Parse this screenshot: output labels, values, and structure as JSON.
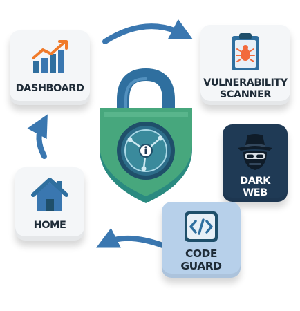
{
  "cards": {
    "dashboard": {
      "label": "DASHBOARD",
      "icon": "bar-chart-trend-icon"
    },
    "vulnerability_scanner": {
      "label_line1": "VULNERABILITY",
      "label_line2": "SCANNER",
      "icon": "bug-clipboard-icon"
    },
    "dark_web": {
      "label_line1": "DARK",
      "label_line2": "WEB",
      "icon": "hacker-hat-icon"
    },
    "home": {
      "label": "HOME",
      "icon": "house-icon"
    },
    "code_guard": {
      "label_line1": "CODE",
      "label_line2": "GUARD",
      "icon": "code-brackets-icon"
    }
  },
  "center": {
    "icon": "padlock-shield-icon",
    "badge_icon": "info-icon"
  },
  "colors": {
    "arrow": "#3a77b0",
    "shield_green": "#47a77d",
    "shield_teal": "#2a8a80",
    "lock_shackle": "#2f6f9f",
    "dark_card": "#1f3a55",
    "code_card": "#b7d0ea",
    "chart_orange": "#f07a2a",
    "bug_orange": "#f26a3c"
  }
}
